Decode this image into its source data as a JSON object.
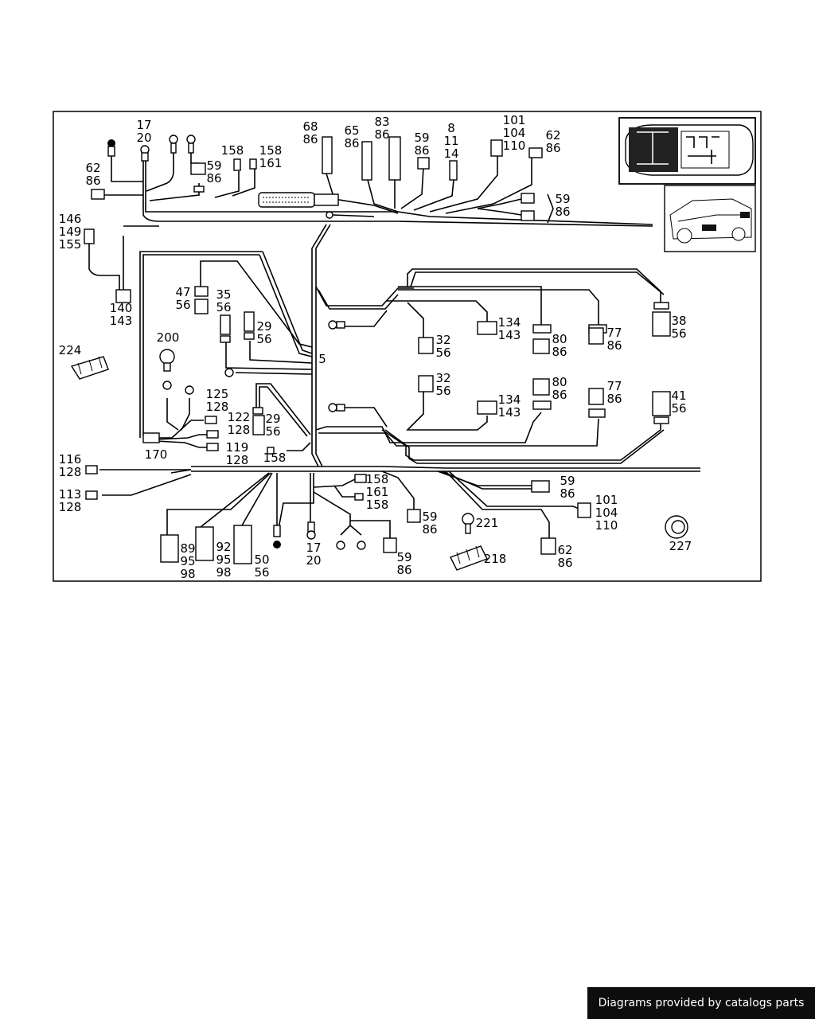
{
  "footer": {
    "text": "Diagrams provided by catalogs parts"
  },
  "labels": [
    {
      "id": "p17-20-top",
      "lines": [
        "17",
        "20"
      ]
    },
    {
      "id": "p62-86-left",
      "lines": [
        "62",
        "86"
      ]
    },
    {
      "id": "p59-86-a",
      "lines": [
        "59",
        "86"
      ]
    },
    {
      "id": "p158-a",
      "lines": [
        "158"
      ]
    },
    {
      "id": "p158-161-a",
      "lines": [
        "158",
        "161"
      ]
    },
    {
      "id": "p68-86",
      "lines": [
        "68",
        "86"
      ]
    },
    {
      "id": "p65-86",
      "lines": [
        "65",
        "86"
      ]
    },
    {
      "id": "p83-86",
      "lines": [
        "83",
        "86"
      ]
    },
    {
      "id": "p59-86-b",
      "lines": [
        "59",
        "86"
      ]
    },
    {
      "id": "p8-11-14",
      "lines": [
        "8",
        "11",
        "14"
      ]
    },
    {
      "id": "p101-104-110-top",
      "lines": [
        "101",
        "104",
        "110"
      ]
    },
    {
      "id": "p62-86-top",
      "lines": [
        "62",
        "86"
      ]
    },
    {
      "id": "p59-86-c",
      "lines": [
        "59",
        "86"
      ]
    },
    {
      "id": "p146-149-155",
      "lines": [
        "146",
        "149",
        "155"
      ]
    },
    {
      "id": "p140-143",
      "lines": [
        "140",
        "143"
      ]
    },
    {
      "id": "p47-56",
      "lines": [
        "47",
        "56"
      ]
    },
    {
      "id": "p35-56",
      "lines": [
        "35",
        "56"
      ]
    },
    {
      "id": "p29-56-a",
      "lines": [
        "29",
        "56"
      ]
    },
    {
      "id": "p5",
      "lines": [
        "5"
      ]
    },
    {
      "id": "p224",
      "lines": [
        "224"
      ]
    },
    {
      "id": "p200",
      "lines": [
        "200"
      ]
    },
    {
      "id": "p134-143-a",
      "lines": [
        "134",
        "143"
      ]
    },
    {
      "id": "p32-56-a",
      "lines": [
        "32",
        "56"
      ]
    },
    {
      "id": "p80-86-a",
      "lines": [
        "80",
        "86"
      ]
    },
    {
      "id": "p77-86-a",
      "lines": [
        "77",
        "86"
      ]
    },
    {
      "id": "p38-56",
      "lines": [
        "38",
        "56"
      ]
    },
    {
      "id": "p32-56-b",
      "lines": [
        "32",
        "56"
      ]
    },
    {
      "id": "p134-143-b",
      "lines": [
        "134",
        "143"
      ]
    },
    {
      "id": "p80-86-b",
      "lines": [
        "80",
        "86"
      ]
    },
    {
      "id": "p77-86-b",
      "lines": [
        "77",
        "86"
      ]
    },
    {
      "id": "p41-56",
      "lines": [
        "41",
        "56"
      ]
    },
    {
      "id": "p125-128",
      "lines": [
        "125",
        "128"
      ]
    },
    {
      "id": "p122-128",
      "lines": [
        "122",
        "128"
      ]
    },
    {
      "id": "p29-56-b",
      "lines": [
        "29",
        "56"
      ]
    },
    {
      "id": "p119-128",
      "lines": [
        "119",
        "128"
      ]
    },
    {
      "id": "p170",
      "lines": [
        "170"
      ]
    },
    {
      "id": "p158-b",
      "lines": [
        "158"
      ]
    },
    {
      "id": "p116-128",
      "lines": [
        "116",
        "128"
      ]
    },
    {
      "id": "p113-128",
      "lines": [
        "113",
        "128"
      ]
    },
    {
      "id": "p158-161-158",
      "lines": [
        "158",
        "161",
        "158"
      ]
    },
    {
      "id": "p59-86-d",
      "lines": [
        "59",
        "86"
      ]
    },
    {
      "id": "p59-86-e",
      "lines": [
        "59",
        "86"
      ]
    },
    {
      "id": "p101-104-110-bottom",
      "lines": [
        "101",
        "104",
        "110"
      ]
    },
    {
      "id": "p221",
      "lines": [
        "221"
      ]
    },
    {
      "id": "p62-86-bottom",
      "lines": [
        "62",
        "86"
      ]
    },
    {
      "id": "p227",
      "lines": [
        "227"
      ]
    },
    {
      "id": "p89-95-98",
      "lines": [
        "89",
        "95",
        "98"
      ]
    },
    {
      "id": "p92-95-98",
      "lines": [
        "92",
        "95",
        "98"
      ]
    },
    {
      "id": "p50-56",
      "lines": [
        "50",
        "56"
      ]
    },
    {
      "id": "p17-20-bottom",
      "lines": [
        "17",
        "20"
      ]
    },
    {
      "id": "p59-86-f",
      "lines": [
        "59",
        "86"
      ]
    },
    {
      "id": "p218",
      "lines": [
        "218"
      ]
    }
  ]
}
